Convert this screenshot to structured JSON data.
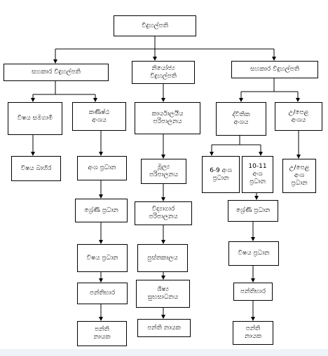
{
  "diagram": {
    "nodes": {
      "root": "විදුහල්පති",
      "l1_left": "සහකාර විදුහල්පති",
      "l1_mid": "නියෝජ්‍ය\nවිදුහල්පති",
      "l1_right": "සහකාර විදුහල්පති",
      "c1_a": "විෂය සමගාමී",
      "c1_b": "කණිෂ්ඨ\nඅංශය",
      "c1_c": "කාර්යාලයීය\nපරිපාලනය",
      "c1_d": "ද්විතික\nඅංශය",
      "c1_e": "උ/පෙළ\nඅංශය",
      "c2_a": "විෂය බාහිර",
      "c2_b": "අංශ ප්‍රධාන",
      "c2_c": "මූල්‍ය\nපරිපාලනය",
      "c2_d1": "6-9 අංශ\nප්‍රධාන",
      "c2_d2": "10-11\nඅංශ\nප්‍රධාන",
      "c2_e": "උ/පෙළ\nඅංශ\nප්‍රධාන",
      "c3_b": "ශ්‍රේණි ප්‍රධාන",
      "c3_c": "විද්‍යාගාර\nපරිපාලනය",
      "c3_d": "ශ්‍රේණි ප්‍රධාන",
      "c4_b": "විෂය ප්‍රධාන",
      "c4_c": "පුස්තකාලය",
      "c4_d": "විෂය ප්‍රධාන",
      "c5_b": "පන්තිභාර",
      "c5_c": "ශිෂ්‍ය\nසුභසාධනය",
      "c5_d": "පන්තිභාර",
      "c6_b": "පන්ති\nනායක",
      "c6_c": "පන්ති නායක",
      "c6_d": "පන්ති\nනායක"
    }
  }
}
